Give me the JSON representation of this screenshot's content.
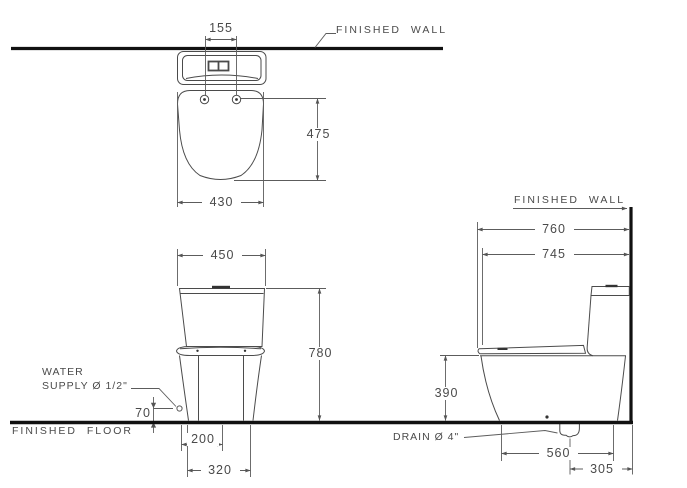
{
  "drawing": {
    "type": "toilet installation dimension drawing",
    "views": {
      "top": {
        "wall_label": "FINISHED  WALL",
        "dim_button_spacing": "155",
        "dim_depth": "475",
        "dim_seat_width": "430"
      },
      "front": {
        "dim_tank_width": "450",
        "dim_total_height": "780",
        "dim_supply_height": "70",
        "dim_supply_offset": "200",
        "dim_base_width": "320",
        "floor_label": "FINISHED  FLOOR",
        "water_supply_label_line1": "WATER",
        "water_supply_label_line2": "SUPPLY Ø 1/2\""
      },
      "side": {
        "wall_label": "FINISHED  WALL",
        "dim_depth_overall": "760",
        "dim_depth_seat": "745",
        "dim_seat_height": "390",
        "dim_base_length": "560",
        "dim_drain_to_wall": "305",
        "drain_label": "DRAIN Ø 4\""
      }
    },
    "colors": {
      "heavy_line": "#111111",
      "outline": "#4b4b4b",
      "dim_line": "#5c5c5c",
      "text": "#4a4a4a",
      "background": "#ffffff"
    }
  }
}
